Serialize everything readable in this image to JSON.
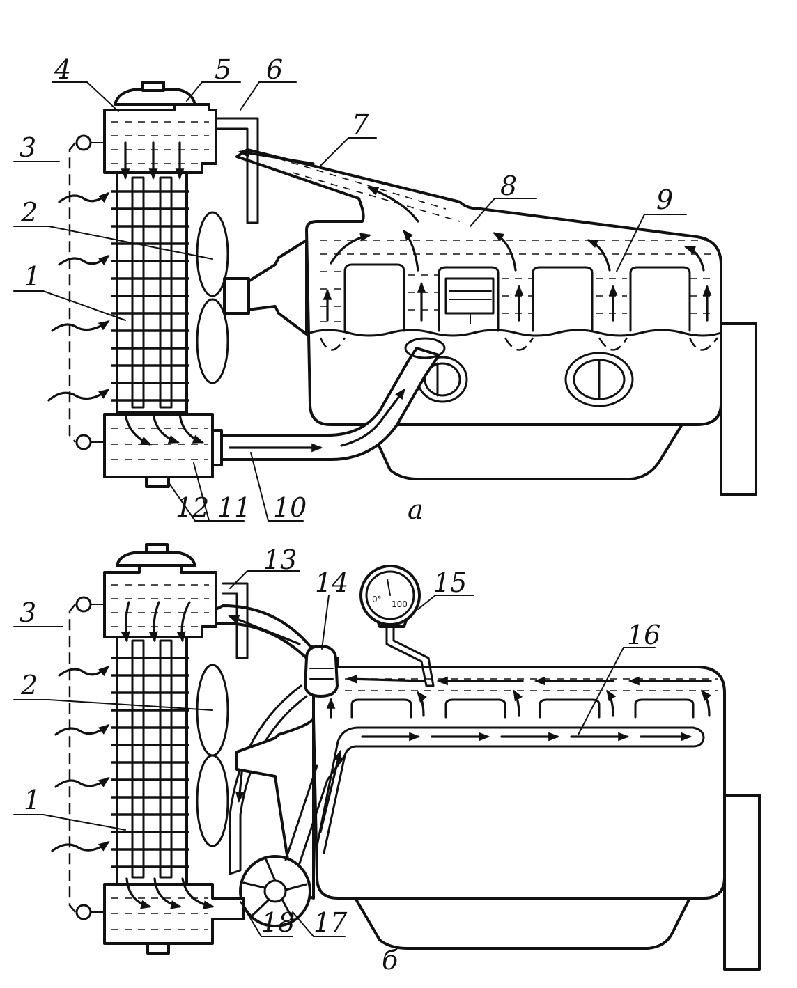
{
  "diagram": {
    "labels_top": {
      "n1": "1",
      "n2": "2",
      "n3": "3",
      "n4": "4",
      "n5": "5",
      "n6": "6",
      "n7": "7",
      "n8": "8",
      "n9": "9",
      "n10": "10",
      "n11": "11",
      "n12": "12"
    },
    "labels_bottom": {
      "n1": "1",
      "n2": "2",
      "n3": "3",
      "n13": "13",
      "n14": "14",
      "n15": "15",
      "n16": "16",
      "n17": "17",
      "n18": "18"
    },
    "caption_a": "а",
    "caption_b": "б",
    "gauge": {
      "min_label": "0°",
      "max_label": "100"
    }
  }
}
